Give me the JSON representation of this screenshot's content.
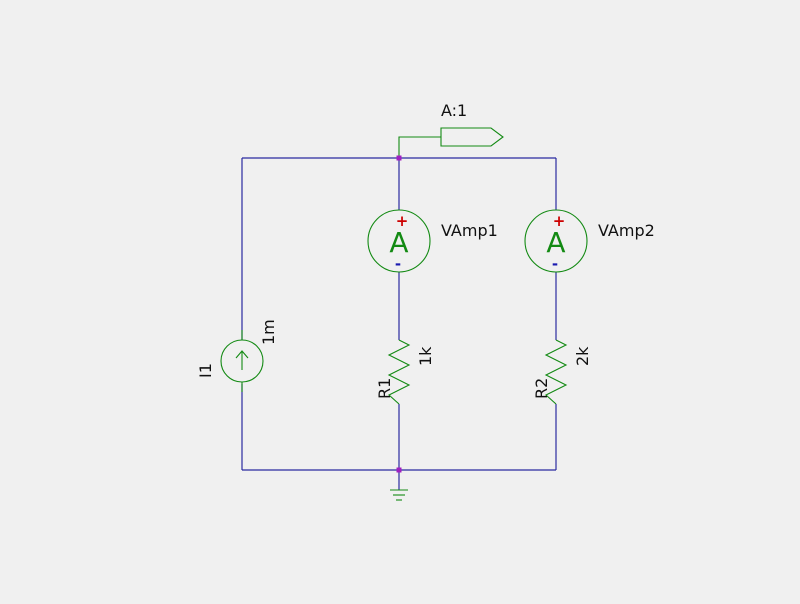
{
  "colors": {
    "background": "#f0f0f0",
    "wire": "#2a2aa0",
    "component": "#138a13",
    "junction": "#a020c0",
    "plus": "#cc0000",
    "minus": "#1a1ab0",
    "text": "#111111"
  },
  "net_label": {
    "name": "A:1"
  },
  "source": {
    "ref": "I1",
    "value": "1m",
    "icon": "arrow-up-icon"
  },
  "ammeters": [
    {
      "ref": "VAmp1",
      "symbol": "A",
      "plus": "+",
      "minus": "-"
    },
    {
      "ref": "VAmp2",
      "symbol": "A",
      "plus": "+",
      "minus": "-"
    }
  ],
  "resistors": [
    {
      "ref": "R1",
      "value": "1k"
    },
    {
      "ref": "R2",
      "value": "2k"
    }
  ],
  "ground": {
    "icon": "ground-icon"
  }
}
